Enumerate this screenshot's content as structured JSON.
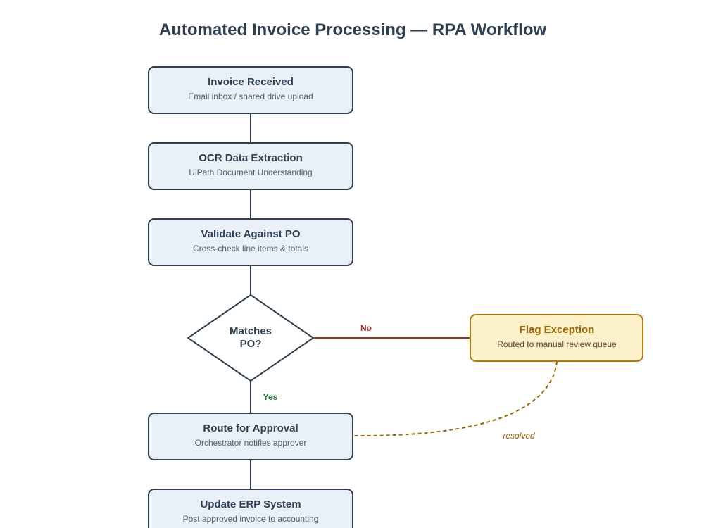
{
  "title": "Automated Invoice Processing — RPA Workflow",
  "nodes": {
    "invoice_received": {
      "title": "Invoice Received",
      "subtitle": "Email inbox / shared drive upload"
    },
    "ocr_extraction": {
      "title": "OCR Data Extraction",
      "subtitle": "UiPath Document Understanding"
    },
    "validate_po": {
      "title": "Validate Against PO",
      "subtitle": "Cross-check line items & totals"
    },
    "decision": {
      "line1": "Matches",
      "line2": "PO?"
    },
    "flag_exception": {
      "title": "Flag Exception",
      "subtitle": "Routed to manual review queue"
    },
    "route_approval": {
      "title": "Route for Approval",
      "subtitle": "Orchestrator notifies approver"
    },
    "update_erp": {
      "title": "Update ERP System",
      "subtitle": "Post approved invoice to accounting"
    }
  },
  "edge_labels": {
    "yes": "Yes",
    "no": "No",
    "resolved": "resolved"
  },
  "colors": {
    "process_fill": "#eaf0f8",
    "process_stroke": "#2c3e50",
    "exception_fill": "#fdf1c9",
    "exception_stroke": "#b07d10",
    "yes_label": "#1e7a3c",
    "no_connector": "#a33326",
    "resolved_connector": "#9c6500"
  }
}
